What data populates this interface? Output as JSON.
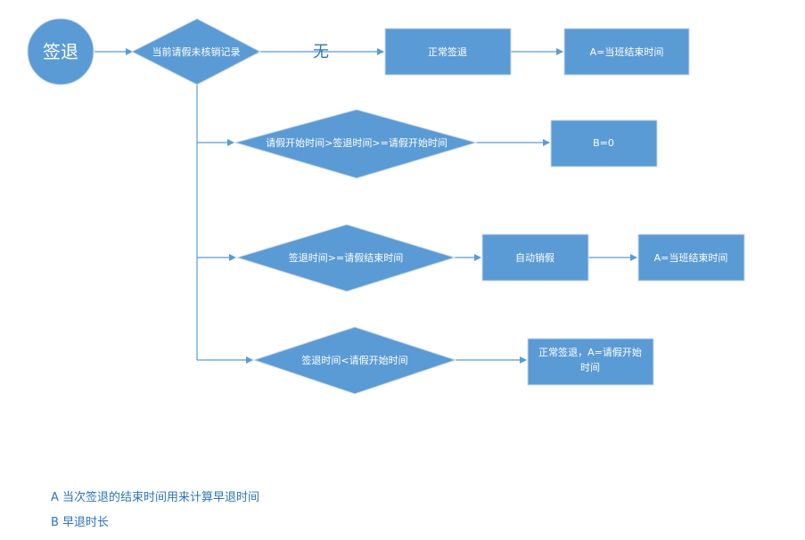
{
  "start": {
    "label": "签退"
  },
  "decision_main": {
    "label": "当前请假未核销记录"
  },
  "edge_none": {
    "label": "无"
  },
  "normal_signout": {
    "label": "正常签退"
  },
  "result_a1": {
    "label": "A=当班结束时间"
  },
  "cond1": {
    "label": "请假开始时间>签退时间>=请假开始时间"
  },
  "result_b0": {
    "label": "B=0"
  },
  "cond2": {
    "label": "签退时间>=请假结束时间"
  },
  "auto_cancel": {
    "label": "自动销假"
  },
  "result_a2": {
    "label": "A=当班结束时间"
  },
  "cond3": {
    "label": "签退时间<请假开始时间"
  },
  "result_a3": {
    "line1": "正常签退，A=请假开始",
    "line2": "时间"
  },
  "legend": {
    "a": "A 当次签退的结束时间用来计算早退时间",
    "b": "B 早退时长"
  },
  "colors": {
    "node_fill": "#5b9bd5",
    "text": "#ffffff",
    "note_text": "#2e75b6"
  }
}
